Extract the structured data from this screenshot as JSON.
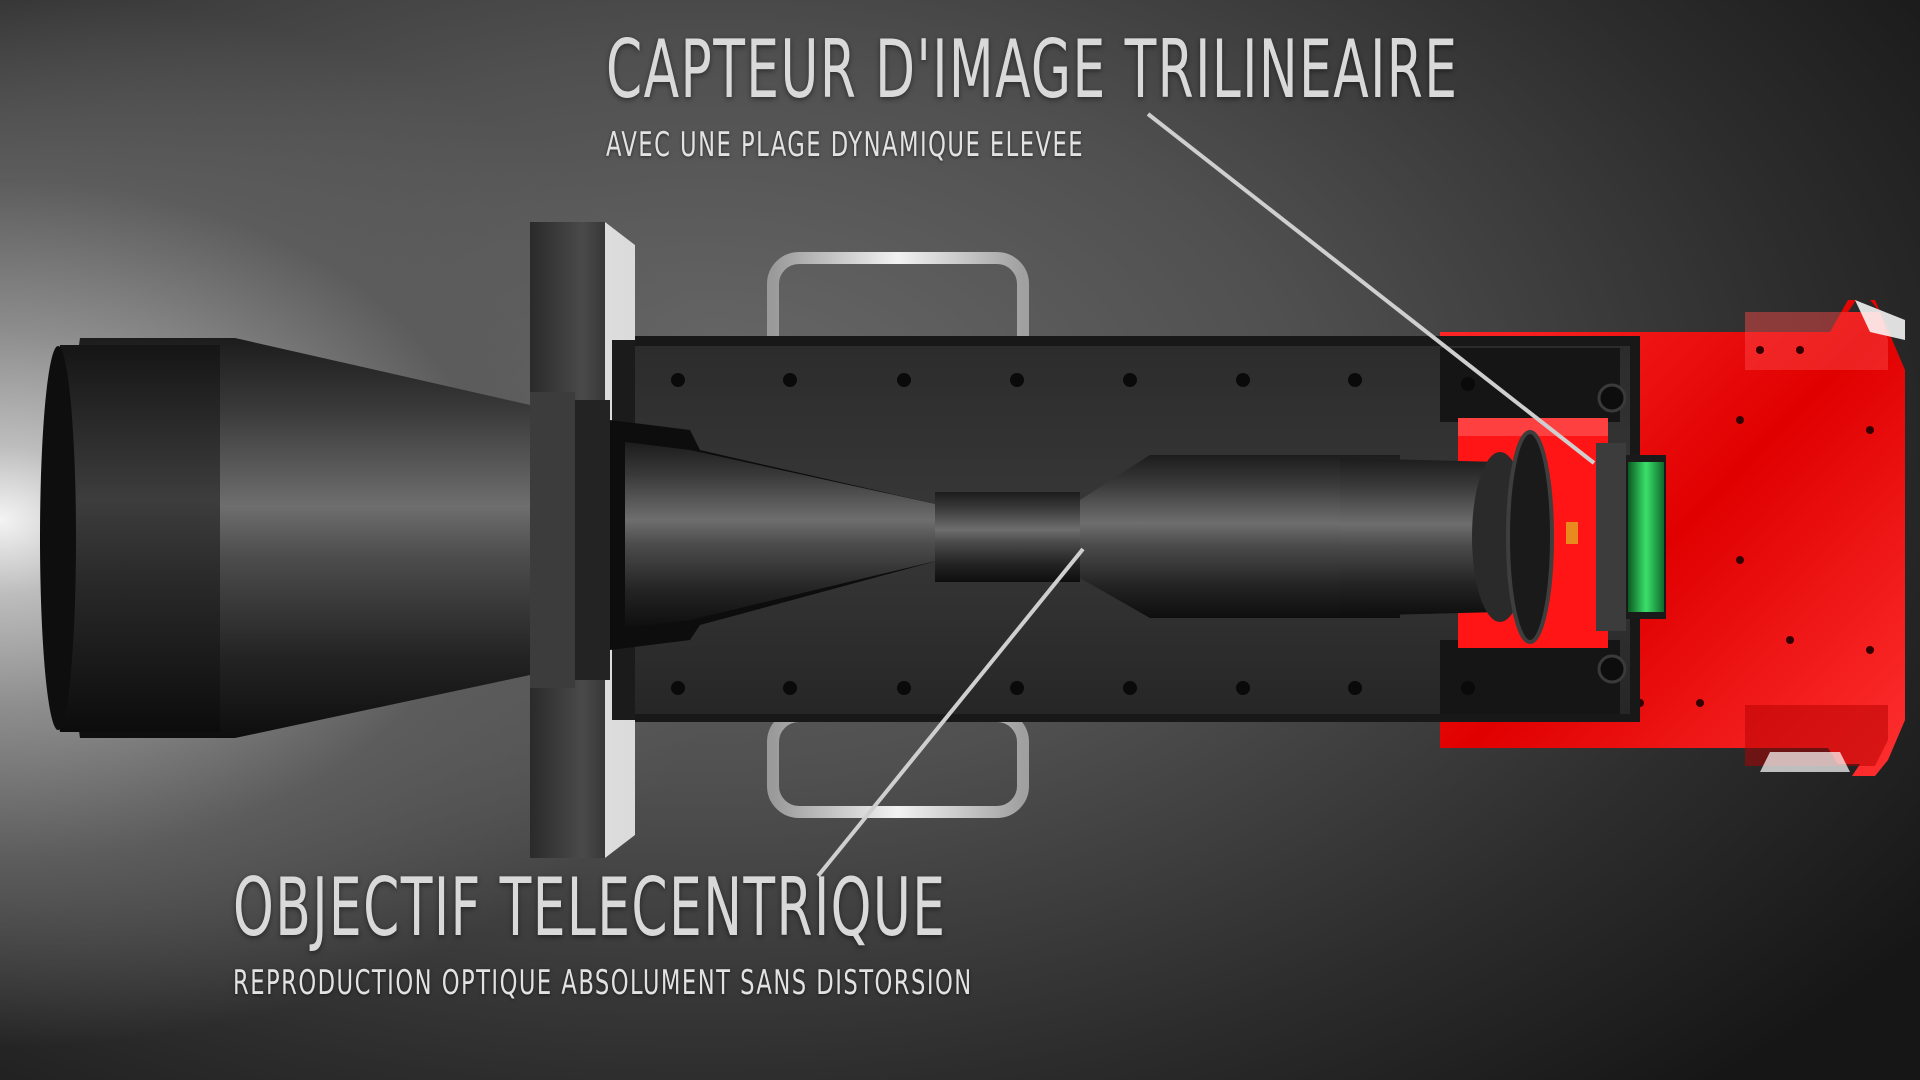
{
  "callouts": {
    "sensor": {
      "title": "CAPTEUR D'IMAGE TRILINEAIRE",
      "subtitle": "AVEC UNE PLAGE DYNAMIQUE ELEVEE"
    },
    "lens": {
      "title": "OBJECTIF TELECENTRIQUE",
      "subtitle": "REPRODUCTION OPTIQUE ABSOLUMENT SANS DISTORSION"
    }
  },
  "colors": {
    "housing_accent": "#ff1a1a",
    "sensor_board": "#2fd65a",
    "leader_line": "#cfcfcf",
    "text": "#d9d9d9"
  },
  "icons": [
    "telecentric-lens-image",
    "line-scan-camera-housing-image"
  ]
}
